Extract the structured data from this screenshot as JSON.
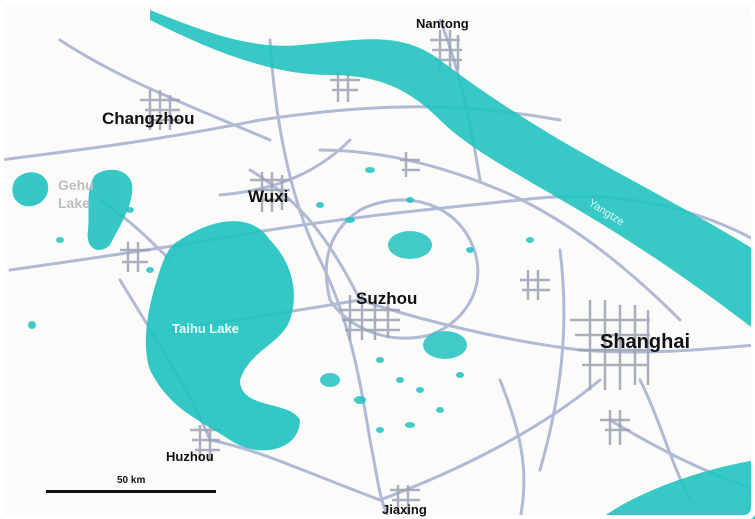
{
  "map": {
    "water_color": "#22c2c0",
    "road_color": "#a9b3d2",
    "city_color": "#9aa1b0",
    "cities": {
      "nantong": "Nantong",
      "changzhou": "Changzhou",
      "wuxi": "Wuxi",
      "suzhou": "Suzhou",
      "shanghai": "Shanghai",
      "huzhou": "Huzhou",
      "jiaxing": "Jiaxing"
    },
    "water_labels": {
      "gehu_line1": "Gehu",
      "gehu_line2": "Lake",
      "taihu": "Taihu Lake",
      "yangtze": "Yangtze"
    },
    "scale_bar": {
      "label": "50 km"
    }
  }
}
